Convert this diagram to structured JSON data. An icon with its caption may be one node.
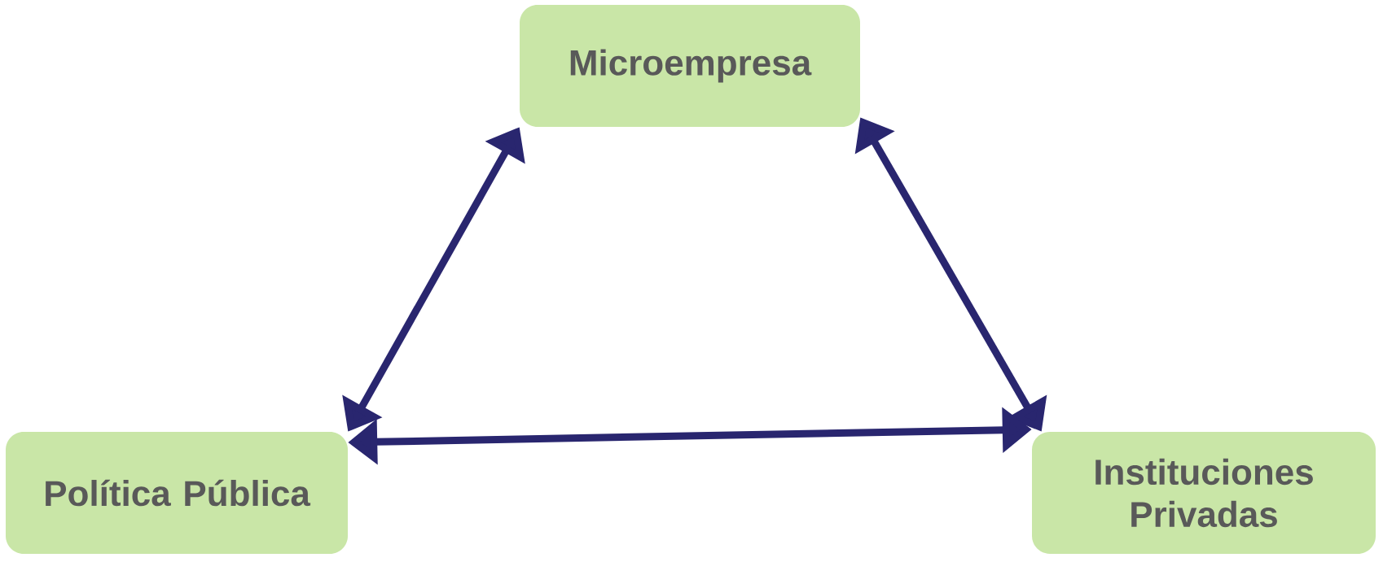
{
  "diagram": {
    "nodes": [
      {
        "text": [
          "Microempresa"
        ]
      },
      {
        "text": [
          "Política Pública"
        ]
      },
      {
        "text": [
          "Instituciones Privadas"
        ]
      }
    ],
    "edges": [
      {
        "from": 0,
        "to": 1,
        "arrow": "both"
      },
      {
        "from": 0,
        "to": 2,
        "arrow": "both"
      },
      {
        "from": 1,
        "to": 2,
        "arrow": "both"
      }
    ]
  }
}
